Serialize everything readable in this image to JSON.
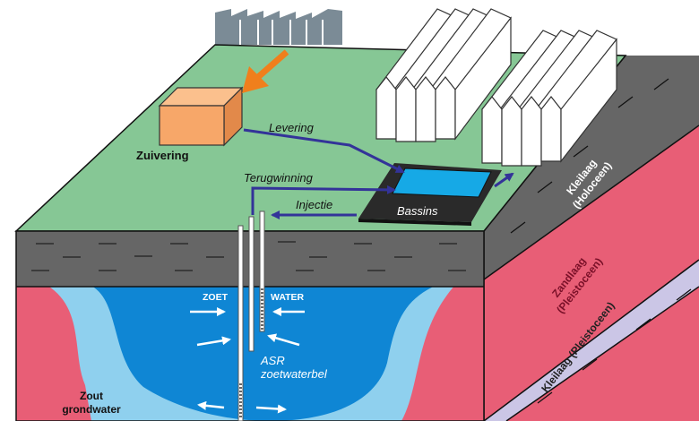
{
  "labels": {
    "zuivering": "Zuivering",
    "levering": "Levering",
    "terugwinning": "Terugwinning",
    "injectie": "Injectie",
    "bassins": "Bassins",
    "kleilaag_holoceen_1": "Kleilaag",
    "kleilaag_holoceen_2": "(Holoceen)",
    "zandlaag_1": "Zandlaag",
    "zandlaag_2": "(Pleistoceen)",
    "kleilaag_pleistoceen": "Kleilaag (Pleistoceen)",
    "zoet": "ZOET",
    "water": "WATER",
    "asr_1": "ASR",
    "asr_2": "zoetwaterbel",
    "zout_1": "Zout",
    "zout_2": "grondwater"
  },
  "colors": {
    "surface": "#86c795",
    "clay": "#666666",
    "sand": "#e85e76",
    "fresh_water": "#0f86d4",
    "fresh_fringe": "#8fd0ee",
    "deep_clay": "#cbc6e6",
    "treatment": "#f7a769",
    "arrow_orange": "#f07f1c",
    "arrow_blue": "#333399",
    "basin_dark": "#2a2a2a",
    "basin_water": "#16a9e6",
    "factory": "#7b8b96"
  },
  "icons": [
    "factory-icon",
    "greenhouse-icon",
    "treatment-plant-icon",
    "basin-icon",
    "well-icon"
  ]
}
